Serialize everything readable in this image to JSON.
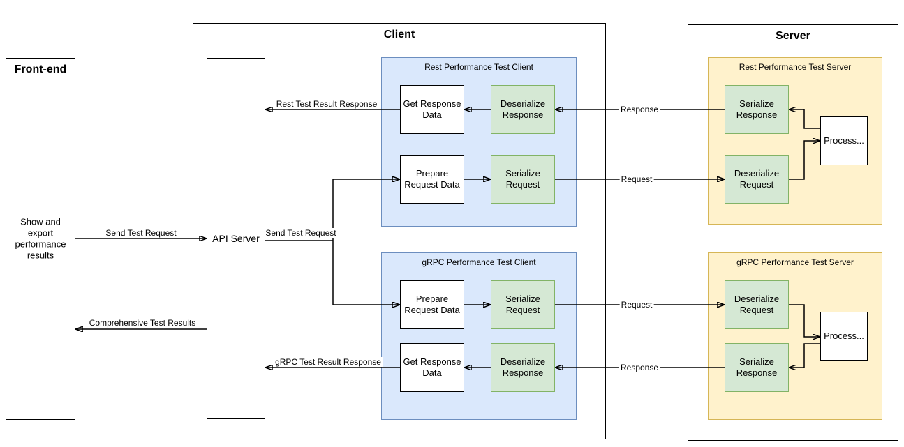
{
  "frontend": {
    "title": "Front-end",
    "body": "Show and export performance results"
  },
  "client": {
    "title": "Client",
    "api_server": "API Server",
    "rest_group": {
      "title": "Rest Performance Test Client",
      "get_response": "Get Response Data",
      "deserialize_response": "Deserialize Response",
      "prepare_request": "Prepare Request Data",
      "serialize_request": "Serialize Request"
    },
    "grpc_group": {
      "title": "gRPC Performance Test Client",
      "prepare_request": "Prepare Request Data",
      "serialize_request": "Serialize Request",
      "get_response": "Get Response Data",
      "deserialize_response": "Deserialize Response"
    }
  },
  "server": {
    "title": "Server",
    "rest_group": {
      "title": "Rest Performance Test Server",
      "serialize_response": "Serialize Response",
      "deserialize_request": "Deserialize Request",
      "process": "Process..."
    },
    "grpc_group": {
      "title": "gRPC Performance Test Server",
      "deserialize_request": "Deserialize Request",
      "serialize_response": "Serialize Response",
      "process": "Process..."
    }
  },
  "edges": {
    "send_test_request_frontend": "Send Test Request",
    "comprehensive_test_results": "Comprehensive Test Results",
    "send_test_request_api": "Send Test Request",
    "rest_test_result_response": "Rest Test Result Response",
    "grpc_test_result_response": "gRPC Test Result Response",
    "rest_request": "Request",
    "rest_response": "Response",
    "grpc_request": "Request",
    "grpc_response": "Response"
  },
  "colors": {
    "blue_fill": "#dae8fc",
    "blue_border": "#6c8ebf",
    "green_fill": "#d5e8d4",
    "green_border": "#82b366",
    "yellow_fill": "#fff2cc",
    "yellow_border": "#d6b656",
    "line": "#000000",
    "background": "#ffffff"
  }
}
